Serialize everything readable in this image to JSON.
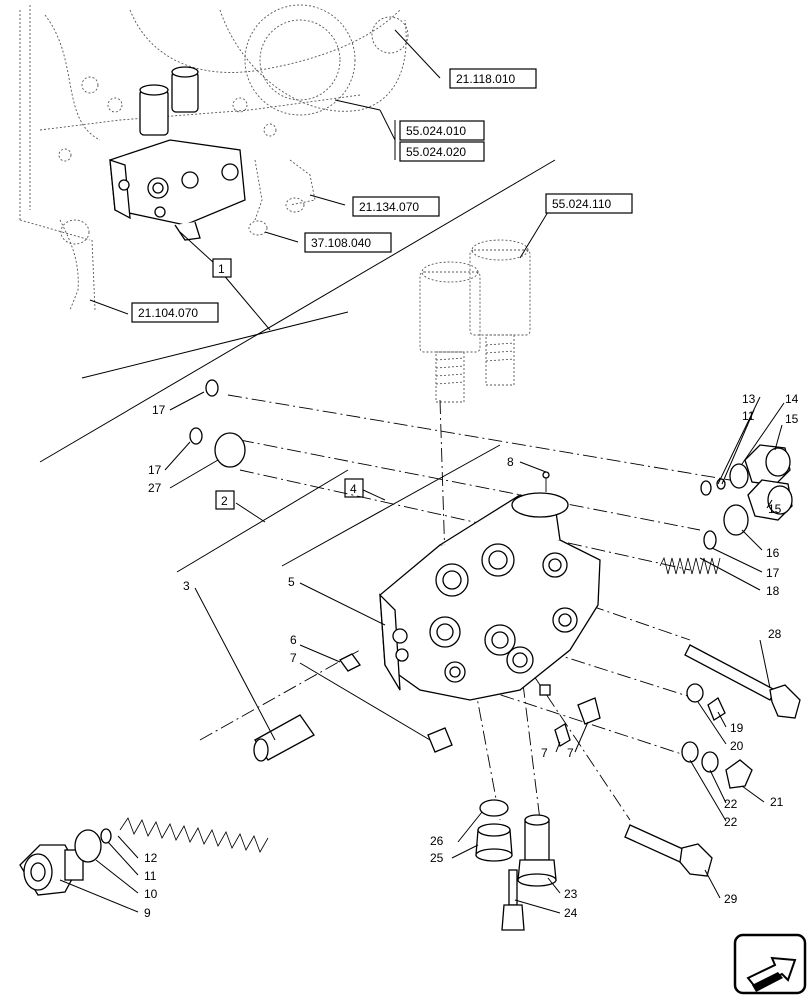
{
  "references": [
    {
      "id": "ref-21-118-010",
      "text": "21.118.010"
    },
    {
      "id": "ref-55-024-010",
      "text": "55.024.010"
    },
    {
      "id": "ref-55-024-020",
      "text": "55.024.020"
    },
    {
      "id": "ref-21-134-070",
      "text": "21.134.070"
    },
    {
      "id": "ref-55-024-110",
      "text": "55.024.110"
    },
    {
      "id": "ref-37-108-040",
      "text": "37.108.040"
    },
    {
      "id": "ref-21-104-070",
      "text": "21.104.070"
    }
  ],
  "boxed_labels": {
    "one": "1",
    "two": "2",
    "four": "4"
  },
  "part_numbers": {
    "n3": "3",
    "n5": "5",
    "n6": "6",
    "n7a": "7",
    "n7b": "7",
    "n7c": "7",
    "n8": "8",
    "n9": "9",
    "n10": "10",
    "n11a": "11",
    "n11b": "11",
    "n12": "12",
    "n13": "13",
    "n14": "14",
    "n15a": "15",
    "n15b": "15",
    "n16": "16",
    "n17a": "17",
    "n17b": "17",
    "n17c": "17",
    "n18": "18",
    "n19": "19",
    "n20": "20",
    "n21": "21",
    "n22a": "22",
    "n22b": "22",
    "n23": "23",
    "n24": "24",
    "n25": "25",
    "n26": "26",
    "n27": "27",
    "n28": "28",
    "n29": "29"
  },
  "nav_icon": "next-page-arrow-icon"
}
